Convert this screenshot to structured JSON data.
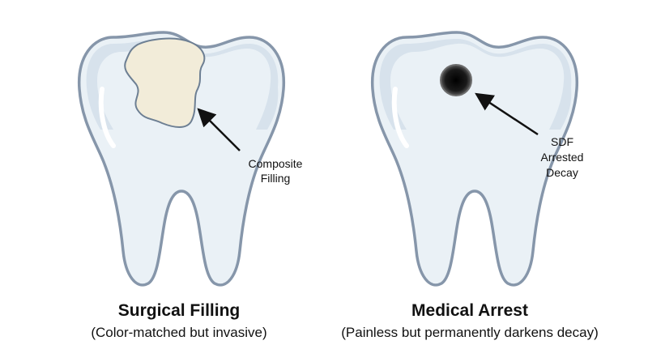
{
  "panels": [
    {
      "title": "Surgical Filling",
      "subtitle": "(Color-matched but invasive)",
      "callout_lines": [
        "Composite",
        "Filling"
      ]
    },
    {
      "title": "Medical Arrest",
      "subtitle": "(Painless but permanently darkens decay)",
      "callout_lines": [
        "SDF",
        "Arrested",
        "Decay"
      ]
    }
  ],
  "colors": {
    "tooth_outline": "#8696aa",
    "tooth_enamel": "#dbe6ef",
    "tooth_fill": "#eaf1f6",
    "filling": "#f2ecd9",
    "filling_outline": "#6d7f93",
    "decay_spot": "#1a1a1a",
    "arrow": "#111111"
  }
}
